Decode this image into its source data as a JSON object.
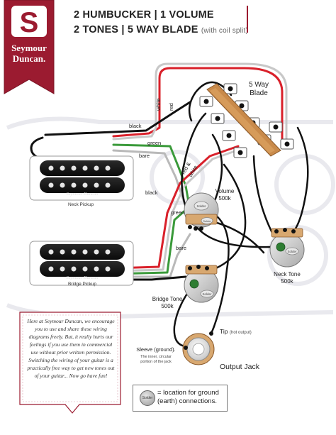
{
  "title": {
    "line1": "2 HUMBUCKER | 1 VOLUME",
    "line2_main": "2 TONES | 5 WAY BLADE",
    "line2_sub": "(with coil split)"
  },
  "brand": {
    "name_line1": "Seymour",
    "name_line2": "Duncan.",
    "logo_letter": "S",
    "primary_color": "#9b1b30"
  },
  "components": {
    "neck_pickup": "Neck Pickup",
    "bridge_pickup": "Bridge Pickup",
    "pickup_brand": "Seymour Duncan",
    "blade_switch_line1": "5 Way",
    "blade_switch_line2": "Blade",
    "volume_pot_line1": "Volume",
    "volume_pot_line2": "500k",
    "neck_tone_line1": "Neck Tone",
    "neck_tone_line2": "500k",
    "bridge_tone_line1": "Bridge Tone",
    "bridge_tone_line2": "500k",
    "output_jack": "Output Jack",
    "tip_label": "Tip",
    "tip_sub": "(hot output)",
    "sleeve_label": "Sleeve (ground).",
    "sleeve_sub1": "The inner, circular",
    "sleeve_sub2": "portion of the jack",
    "solder_label": "Solder"
  },
  "wires": {
    "white": "white",
    "red": "red",
    "black": "black",
    "green": "green",
    "bare": "bare",
    "red_white": "red &",
    "red_white2": "white"
  },
  "note": {
    "text": "Here at Seymour Duncan, we encourage you to use and share these wiring diagrams freely. But, it really hurts our feelings if you use them in commercial use without prior written permission. Switching the wiring of your guitar is a practically free way to get new tones out of your guitar... Now go have fun!"
  },
  "legend": {
    "text": "= location for ground (earth) connections."
  },
  "colors": {
    "red": "#d9202a",
    "green": "#3a9a3a",
    "black": "#111111",
    "bare": "#b9b9b9",
    "pot_body": "#cfcfcf",
    "switch_tan": "#c98a4a"
  }
}
